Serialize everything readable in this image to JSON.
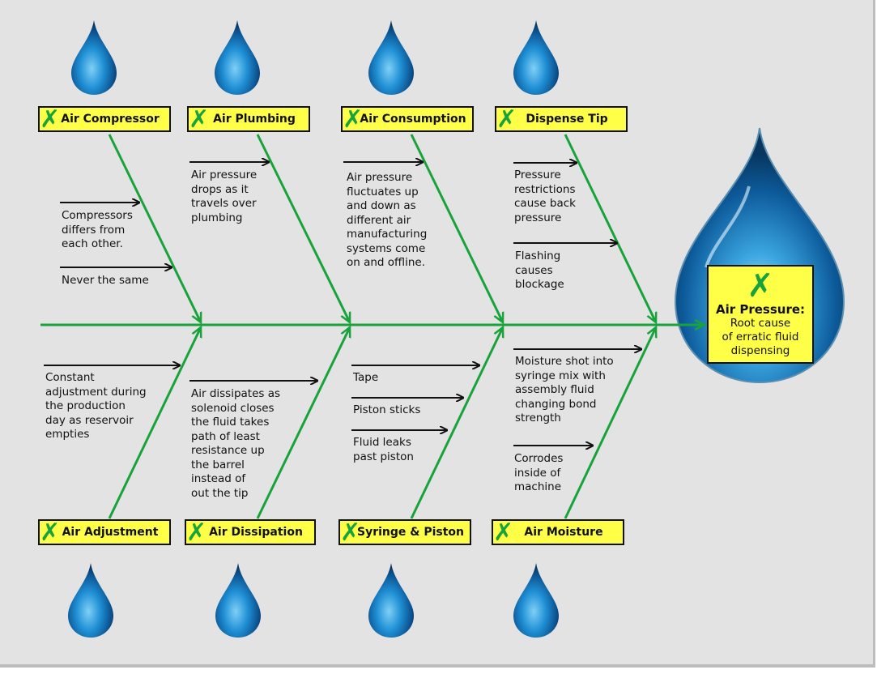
{
  "colors": {
    "spine": "#18a33a",
    "box_fill": "#ffff47",
    "background": "#e3e3e3",
    "drop": "#2a8fd6"
  },
  "categories_top": [
    {
      "label": "Air Compressor"
    },
    {
      "label": "Air Plumbing"
    },
    {
      "label": "Air Consumption"
    },
    {
      "label": "Dispense Tip"
    }
  ],
  "categories_bottom": [
    {
      "label": "Air Adjustment"
    },
    {
      "label": "Air Dissipation"
    },
    {
      "label": "Syringe & Piston"
    },
    {
      "label": "Air Moisture"
    }
  ],
  "causes": {
    "compressor_1": "Compressors\ndiffers from\neach other.",
    "compressor_2": "Never the same",
    "plumbing_1": "Air pressure\ndrops as it\ntravels over\nplumbing",
    "consumption_1": "Air pressure\nfluctuates up\nand down as\ndifferent air\nmanufacturing\nsystems come\non and offline.",
    "tip_1": "Pressure\nrestrictions\ncause back\npressure",
    "tip_2": "Flashing\ncauses\nblockage",
    "adjustment_1": "Constant\nadjustment during\nthe production\nday as reservoir\nempties",
    "dissipation_1": "Air dissipates as\nsolenoid closes\nthe fluid takes\npath of least\nresistance up\nthe barrel\ninstead of\nout the tip",
    "syringe_1": "Tape",
    "syringe_2": "Piston sticks",
    "syringe_3": "Fluid leaks\npast piston",
    "moisture_1": "Moisture shot into\nsyringe mix with\nassembly fluid\nchanging bond\nstrength",
    "moisture_2": "Corrodes\ninside of\nmachine"
  },
  "root": {
    "mark": "✗",
    "title": "Air Pressure:",
    "description": "Root cause\nof erratic fluid\ndispensing"
  },
  "check_mark": "✗"
}
